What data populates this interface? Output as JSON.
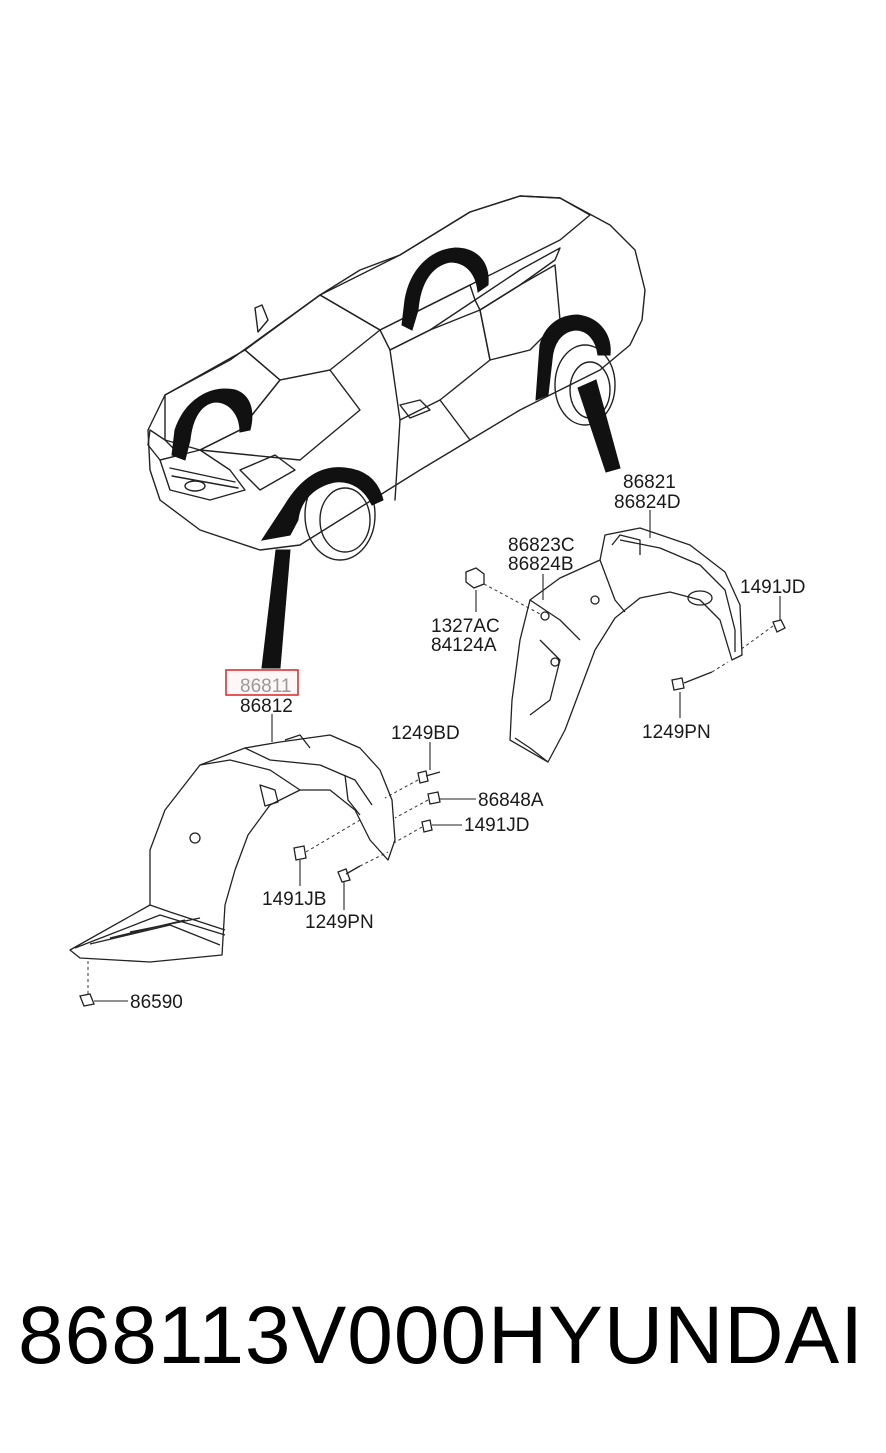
{
  "labels": {
    "l_86821": "86821",
    "l_86824D": "86824D",
    "l_86823C": "86823C",
    "l_86824B": "86824B",
    "l_1327AC": "1327AC",
    "l_84124A": "84124A",
    "l_1491JD_top": "1491JD",
    "l_1249PN_right": "1249PN",
    "l_86811": "86811",
    "l_86812": "86812",
    "l_1249BD": "1249BD",
    "l_86848A": "86848A",
    "l_1491JD_mid": "1491JD",
    "l_1491JB": "1491JB",
    "l_1249PN_left": "1249PN",
    "l_86590": "86590"
  },
  "highlight": {
    "color": "#e03030"
  },
  "footer": {
    "part_number": "868113V000",
    "brand": "HYUNDAI"
  }
}
